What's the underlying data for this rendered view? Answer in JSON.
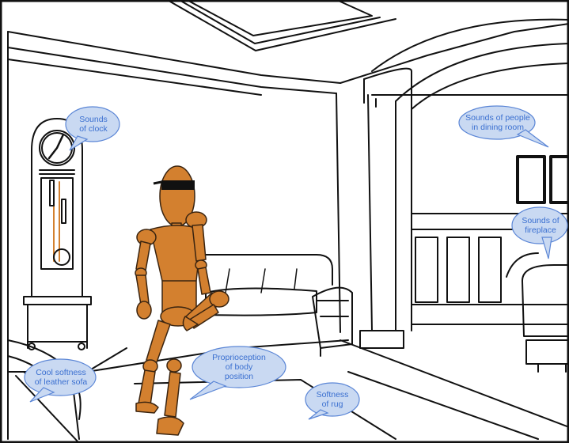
{
  "colors": {
    "bubble_fill": "#c9d9f2",
    "bubble_stroke": "#5b86d6",
    "bubble_text": "#3a6fd0",
    "figure_fill": "#d3802f",
    "figure_stroke": "#3a2410",
    "blindfold": "#111111",
    "line_art": "#111111"
  },
  "annotations": {
    "clock": "Sounds\nof clock",
    "dining": "Sounds of people\nin dining room",
    "fireplace": "Sounds of\nfireplace",
    "sofa": "Cool softness\nof leather sofa",
    "proprioception": "Proprioception\nof body\nposition",
    "rug": "Softness\nof rug"
  }
}
